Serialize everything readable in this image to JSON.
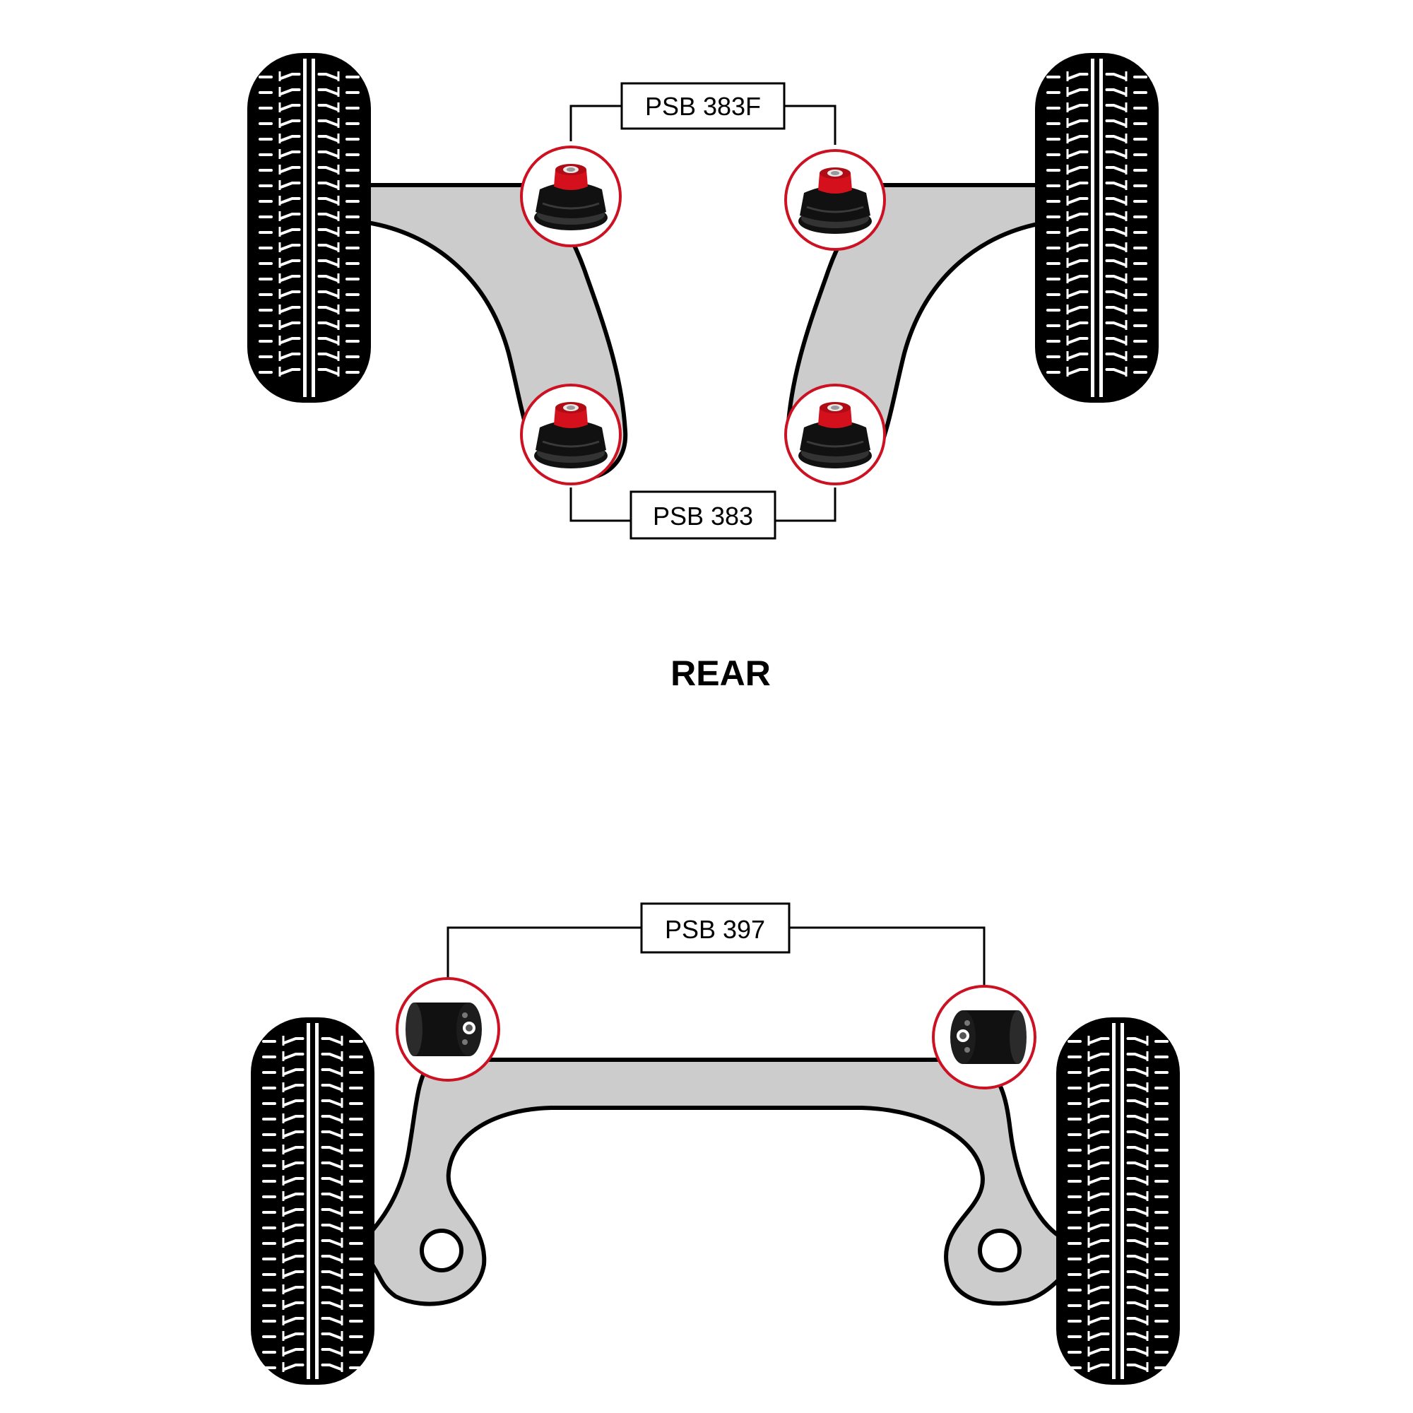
{
  "front": {
    "label_top": "PSB 383F",
    "label_bottom": "PSB 383"
  },
  "section_heading": "REAR",
  "rear": {
    "label": "PSB 397"
  },
  "colors": {
    "arm_fill": "#cccccc",
    "outline": "#000000",
    "highlight_ring": "#cc1122",
    "bushing_red": "#d4101c",
    "bushing_black": "#111111"
  }
}
